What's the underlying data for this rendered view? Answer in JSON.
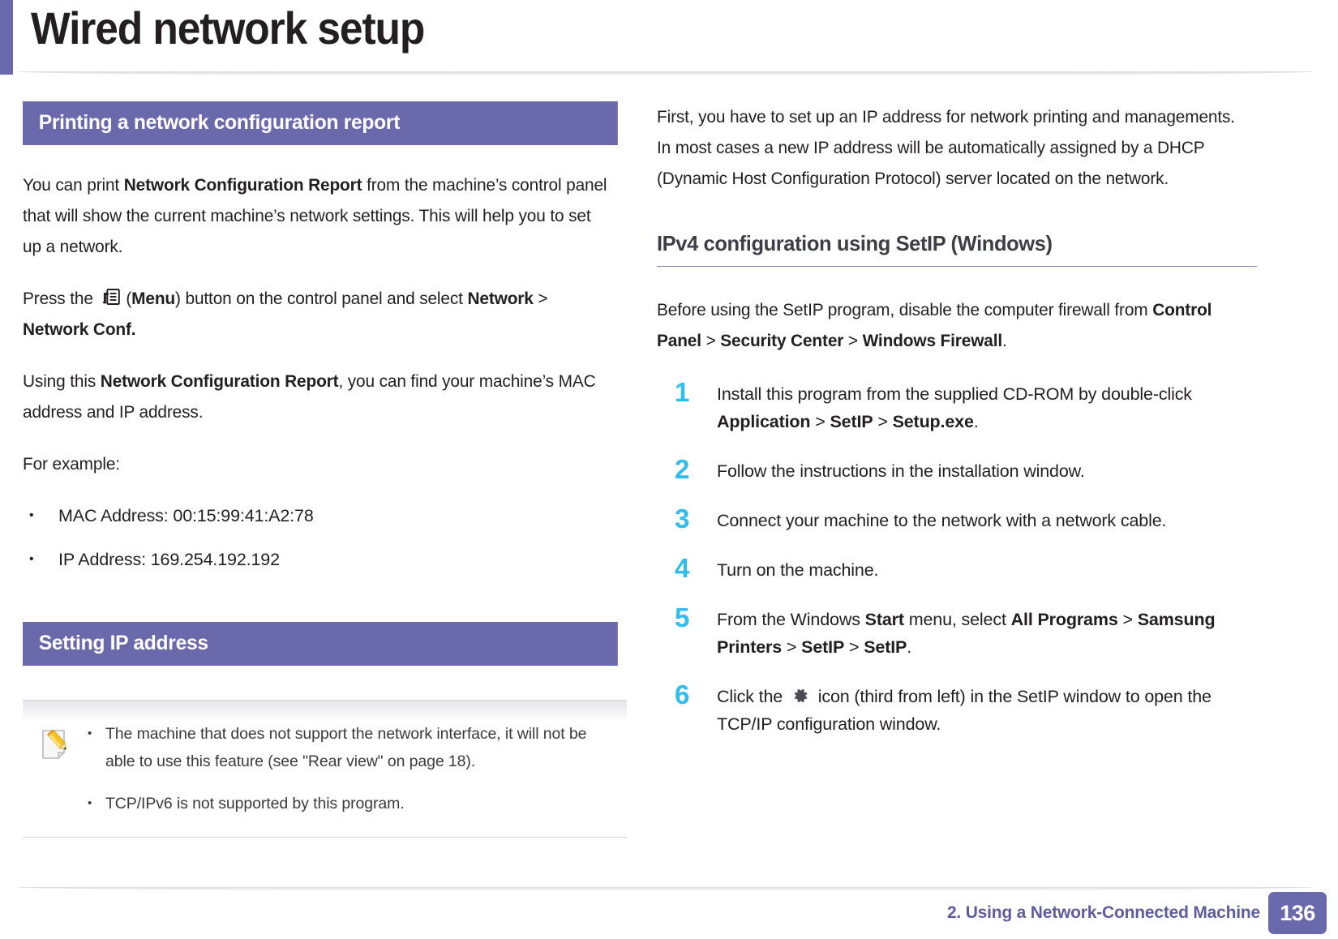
{
  "header": {
    "title": "Wired network setup"
  },
  "left_column": {
    "section1": {
      "bar_label": "Printing a network configuration report",
      "para1_a": "You can print ",
      "para1_b": "Network Configuration Report",
      "para1_c": " from the machine’s control panel that will show the current machine’s network settings. This will help you to set up a network.",
      "para2_a": "Press the ",
      "para2_icon": "menu-icon",
      "para2_b": "(",
      "para2_c": "Menu",
      "para2_d": ") button on the control panel and select ",
      "para2_e": "Network",
      "para2_f": " > ",
      "para2_g": "Network Conf.",
      "para3_a": "Using this ",
      "para3_b": "Network Configuration Report",
      "para3_c": ", you can find your machine’s MAC address and IP address.",
      "para4": "For example:",
      "bullets": [
        "MAC Address: 00:15:99:41:A2:78",
        "IP Address: 169.254.192.192"
      ]
    },
    "section2": {
      "bar_label": "Setting IP address",
      "note": {
        "icon": "note-pencil-icon",
        "items": [
          "The machine that does not support the network interface, it will not be able to use this feature (see \"Rear view\" on page 18).",
          "TCP/IPv6 is not supported by this program."
        ]
      }
    }
  },
  "right_column": {
    "intro": "First, you have to set up an IP address for network printing and managements. In most cases a new IP address will be automatically assigned by a DHCP (Dynamic Host Configuration Protocol) server located on the network.",
    "heading": "IPv4 configuration using SetIP (Windows)",
    "before_para": {
      "a": "Before using the SetIP program, disable the computer firewall from ",
      "b": "Control Panel",
      "c": " > ",
      "d": "Security Center",
      "e": " > ",
      "f": "Windows Firewall",
      "g": "."
    },
    "steps": [
      {
        "num": "1",
        "a": "Install this program from the supplied CD-ROM by double-click ",
        "b": "Application",
        "c": " > ",
        "d": "SetIP",
        "e": " > ",
        "f": "Setup.exe",
        "g": "."
      },
      {
        "num": "2",
        "a": "Follow the instructions in the installation window.",
        "b": "",
        "c": "",
        "d": "",
        "e": "",
        "f": "",
        "g": ""
      },
      {
        "num": "3",
        "a": "Connect your machine to the network with a network cable.",
        "b": "",
        "c": "",
        "d": "",
        "e": "",
        "f": "",
        "g": ""
      },
      {
        "num": "4",
        "a": "Turn on the machine.",
        "b": "",
        "c": "",
        "d": "",
        "e": "",
        "f": "",
        "g": ""
      },
      {
        "num": "5",
        "a": "From the Windows ",
        "b": "Start",
        "c": " menu, select ",
        "d": "All Programs",
        "e": " > ",
        "f": "Samsung Printers",
        "g": " > ",
        "h": "SetIP",
        "i": " > ",
        "j": "SetIP",
        "k": "."
      },
      {
        "num": "6",
        "a": "Click the ",
        "icon": "gear-icon",
        "b": " icon (third from left) in the SetIP window to open the TCP/IP configuration window."
      }
    ]
  },
  "footer": {
    "chapter": "2.  Using a Network-Connected Machine",
    "page_number": "136"
  },
  "colors": {
    "accent_purple": "#6a69ac",
    "step_blue": "#2fbdef",
    "footer_text": "#5e5d9e",
    "body_text": "#231f20",
    "sub_heading": "#3e3e47"
  }
}
